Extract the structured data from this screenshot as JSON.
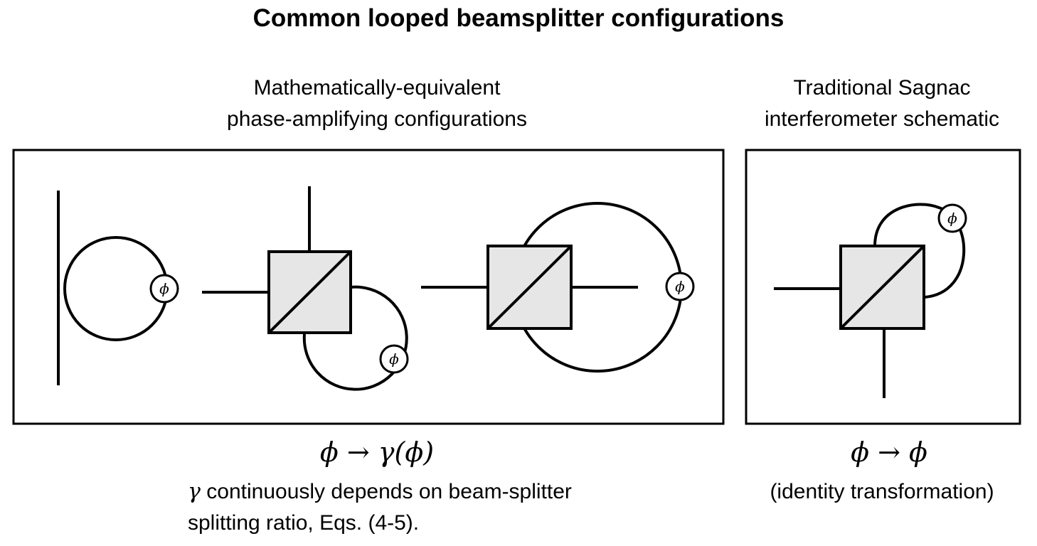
{
  "title": "Common looped beamsplitter configurations",
  "left_panel": {
    "subtitle_line1": "Mathematically-equivalent",
    "subtitle_line2": "phase-amplifying configurations",
    "transform": "ϕ → γ(ϕ)",
    "description_gamma": "γ",
    "description_line1_rest": " continuously depends on beam-splitter",
    "description_line2": "splitting ratio, Eqs. (4-5)."
  },
  "right_panel": {
    "subtitle_line1": "Traditional Sagnac",
    "subtitle_line2": "interferometer schematic",
    "transform": "ϕ → ϕ",
    "description": "(identity transformation)"
  },
  "phase_symbol": "ϕ"
}
